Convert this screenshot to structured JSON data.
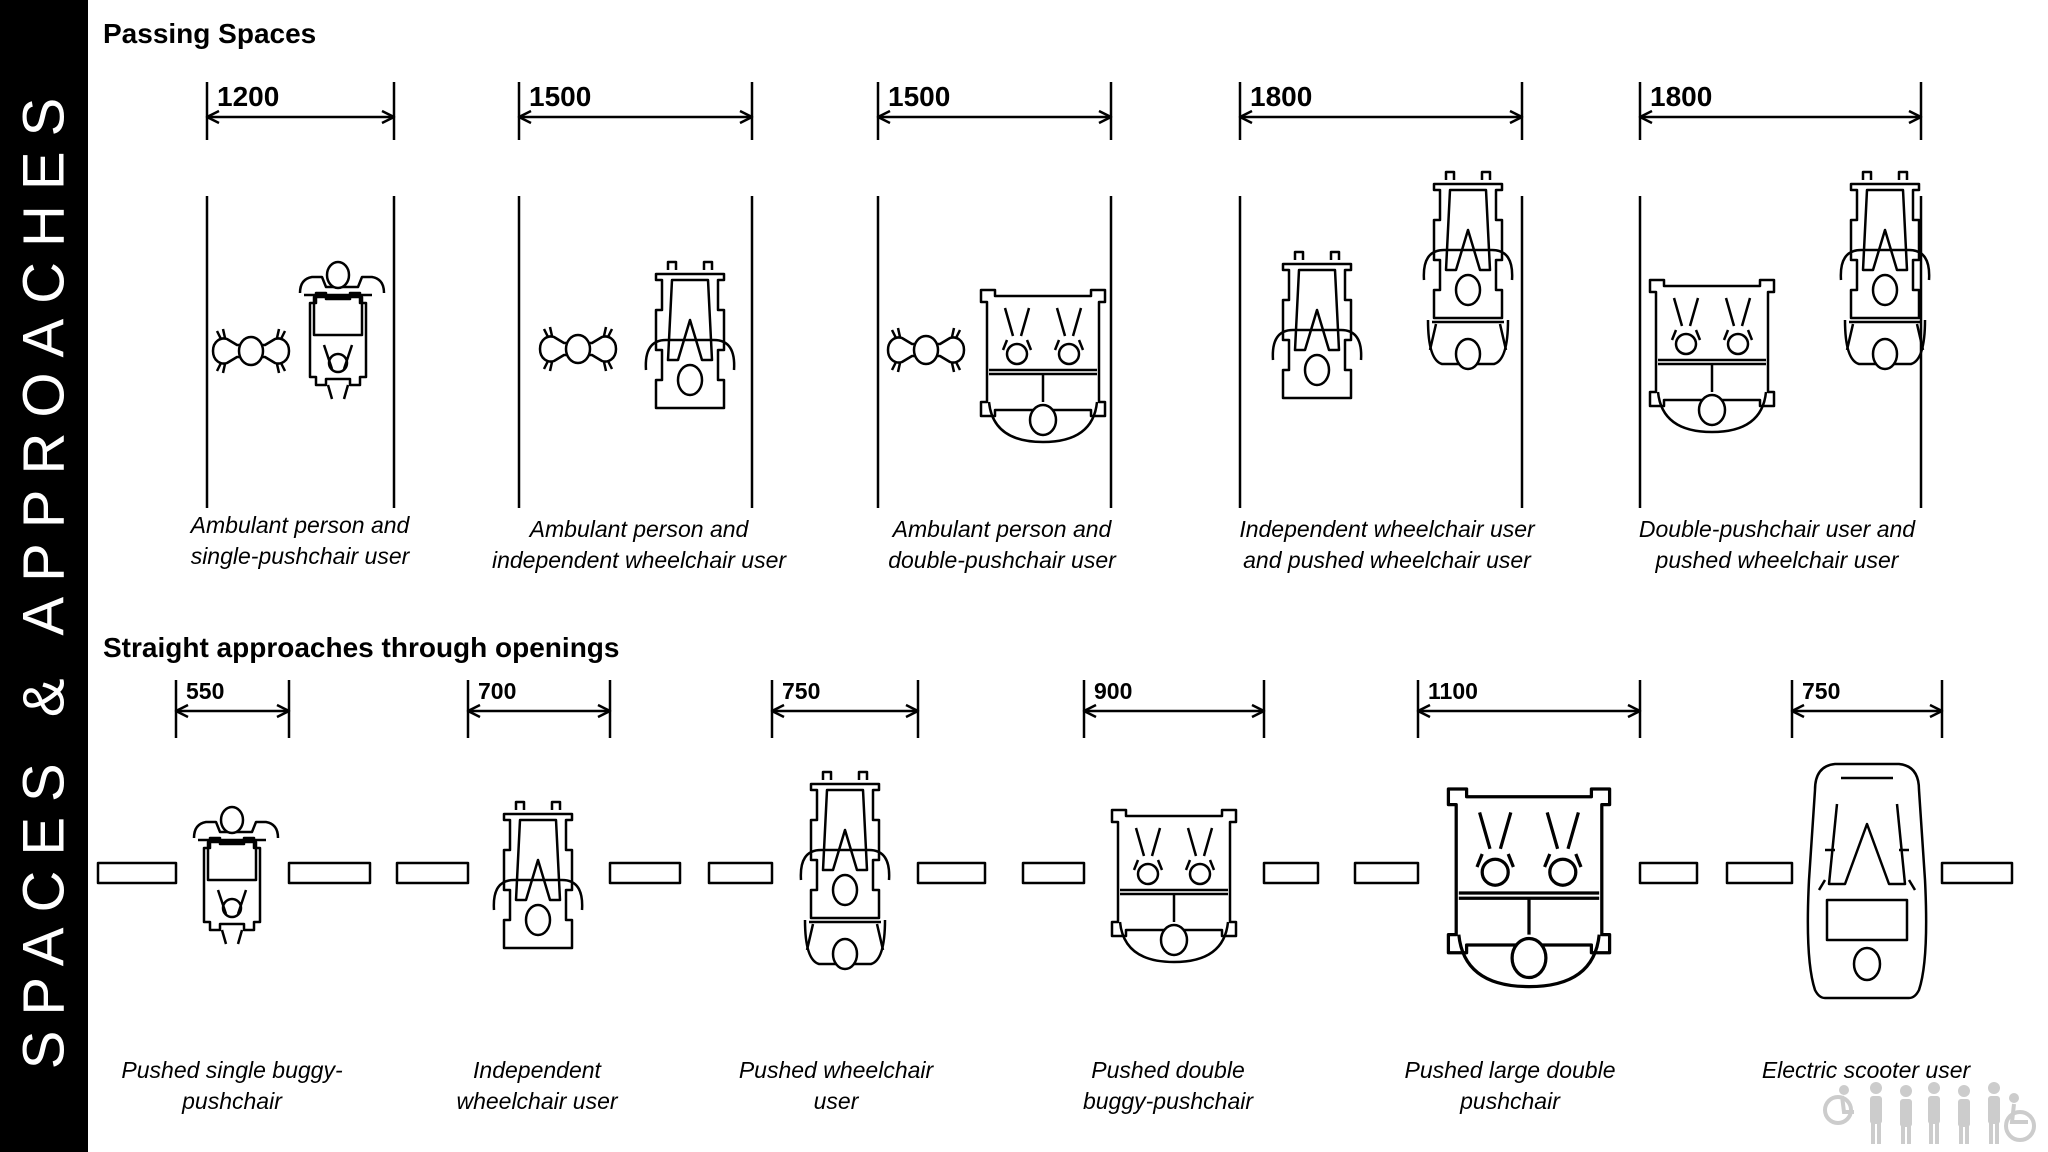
{
  "sidebar": {
    "title": "SPACES & APPROACHES"
  },
  "sections": {
    "passing": {
      "title": "Passing Spaces"
    },
    "straight": {
      "title": "Straight approaches through openings"
    }
  },
  "passing_items": [
    {
      "dimension": "1200",
      "caption": [
        "Ambulant person and",
        "single-pushchair user"
      ]
    },
    {
      "dimension": "1500",
      "caption": [
        "Ambulant person and",
        "independent wheelchair user"
      ]
    },
    {
      "dimension": "1500",
      "caption": [
        "Ambulant person and",
        "double-pushchair user"
      ]
    },
    {
      "dimension": "1800",
      "caption": [
        "Independent wheelchair user",
        "and pushed wheelchair user"
      ]
    },
    {
      "dimension": "1800",
      "caption": [
        "Double-pushchair user and",
        "pushed wheelchair user"
      ]
    }
  ],
  "approach_items": [
    {
      "dimension": "550",
      "caption": [
        "Pushed single buggy-",
        "pushchair"
      ]
    },
    {
      "dimension": "700",
      "caption": [
        "Independent",
        "wheelchair user"
      ]
    },
    {
      "dimension": "750",
      "caption": [
        "Pushed wheelchair",
        "user"
      ]
    },
    {
      "dimension": "900",
      "caption": [
        "Pushed double",
        "buggy-pushchair"
      ]
    },
    {
      "dimension": "1100",
      "caption": [
        "Pushed large double",
        "pushchair"
      ]
    },
    {
      "dimension": "750",
      "caption": [
        "Electric scooter user"
      ]
    }
  ],
  "colors": {
    "sidebar_bg": "#000000",
    "sidebar_text": "#ffffff",
    "line": "#000000",
    "logo": "#cccccc"
  },
  "icons": {
    "figures": [
      "ambulant-person-icon",
      "pushchair-icon",
      "wheelchair-icon",
      "double-pushchair-icon",
      "scooter-icon"
    ],
    "logo": "accessibility-people-logo-icon"
  }
}
